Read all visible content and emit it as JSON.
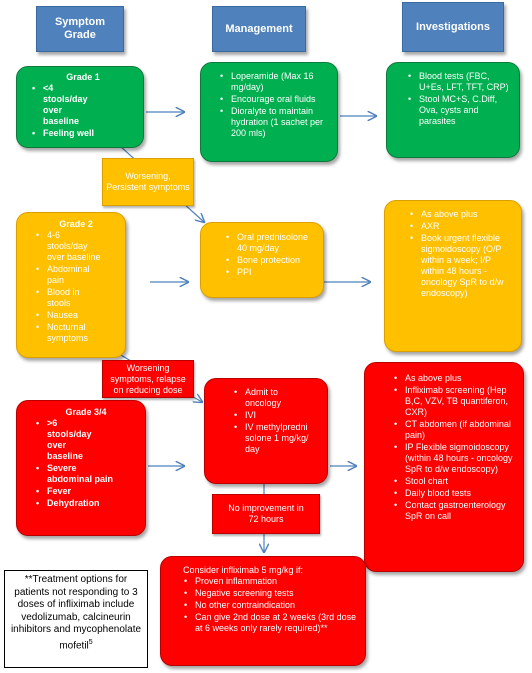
{
  "headers": {
    "symptom_grade": "Symptom Grade",
    "management": "Management",
    "investigations": "Investigations"
  },
  "grade1": {
    "title": "Grade 1",
    "items": [
      "<4 stools/day over baseline",
      "Feeling well"
    ]
  },
  "management1": {
    "items": [
      "Loperamide (Max 16 mg/day)",
      "Encourage oral fluids",
      "Dioralyte to maintain hydration (1 sachet per 200 mls)"
    ]
  },
  "investigations1": {
    "items": [
      "Blood tests (FBC, U+Es, LFT, TFT, CRP)",
      "Stool MC+S, C.Diff, Ova, cysts and parasites"
    ]
  },
  "label_worsening1": "Worsening, Persistent symptoms",
  "grade2": {
    "title": "Grade 2",
    "items": [
      "4-6 stools/day over baseline",
      "Abdominal pain",
      "Blood in stools",
      "Nausea",
      "Nocturnal symptoms"
    ]
  },
  "management2": {
    "items": [
      "Oral prednisolone 40 mg/day",
      "Bone protection",
      "PPI"
    ]
  },
  "investigations2": {
    "items": [
      "As above plus",
      "AXR",
      "Book urgent flexible sigmoidoscopy (O/P within a week; I/P within 48 hours - oncology SpR to d/w endoscopy)"
    ]
  },
  "label_worsening2": "Worsening symptoms, relapse on reducing dose",
  "grade3": {
    "title": "Grade 3/4",
    "items": [
      ">6 stools/day over baseline",
      "Severe abdominal pain",
      "Fever",
      "Dehydration"
    ]
  },
  "management3": {
    "items": [
      "Admit to oncology",
      "IVI",
      "IV methylprednisolone 1 mg/kg/day"
    ]
  },
  "investigations3": {
    "items": [
      "As above plus",
      "Infliximab screening (Hep B,C, VZV, TB quantiferon, CXR)",
      "CT abdomen (if abdominal pain)",
      "IP Flexible sigmoidoscopy (within 48 hours - oncology SpR to d/w endoscopy)",
      "Stool chart",
      "Daily blood tests",
      "Contact gastroenterology SpR on call"
    ]
  },
  "label_no_improvement": "No improvement in 72 hours",
  "infliximab": {
    "title": "Consider infliximab 5 mg/kg if:",
    "items": [
      "Proven inflammation",
      "Negative screening tests",
      "No other contraindication",
      "Can give 2nd dose at 2 weeks (3rd dose at 6 weeks only rarely required)**"
    ]
  },
  "note": {
    "text": "**Treatment options for patients not responding to 3 doses of infliximab include vedolizumab, calcineurin inhibitors and mycophenolate mofetil",
    "superscript": "5"
  },
  "colors": {
    "header_blue": "#4f81bd",
    "green": "#00b050",
    "yellow": "#ffc000",
    "red": "#ff0000",
    "arrow": "#4f81bd"
  }
}
